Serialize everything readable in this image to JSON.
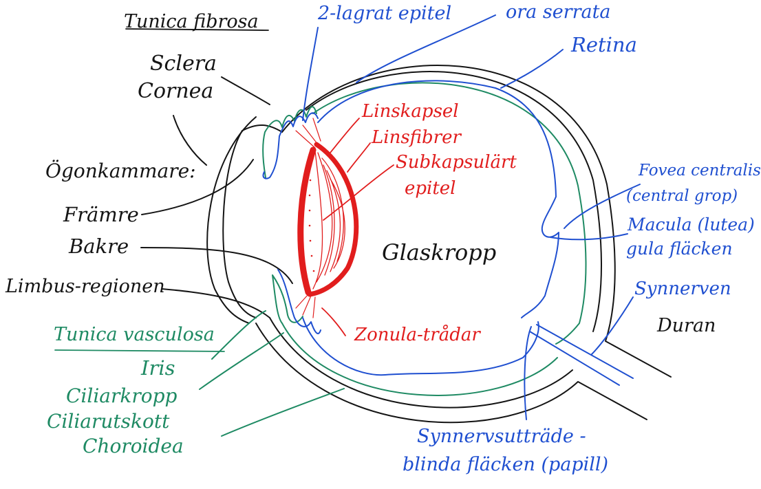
{
  "colors": {
    "black_ink": "#141414",
    "blue_ink": "#1f4fd0",
    "green_ink": "#1e8a63",
    "red_ink": "#e11d1d"
  },
  "labels": {
    "tunica_fibrosa": "Tunica fibrosa",
    "sclera": "Sclera",
    "cornea": "Cornea",
    "ogonkammare": "Ögonkammare:",
    "framre": "Främre",
    "bakre": "Bakre",
    "limbus": "Limbus-regionen",
    "tunica_vasculosa": "Tunica vasculosa",
    "iris": "Iris",
    "ciliarkropp": "Ciliarkropp",
    "ciliarutskott": "Ciliarutskott",
    "choroidea": "Choroidea",
    "tvalagrat_epitel": "2-lagrat epitel",
    "ora_serrata": "ora serrata",
    "retina": "Retina",
    "linskapsel": "Linskapsel",
    "linsfibrer": "Linsfibrer",
    "subkapsulart": "Subkapsulärt",
    "epitel": "epitel",
    "glaskropp": "Glaskropp",
    "fovea_centralis": "Fovea centralis",
    "central_grop": "(central grop)",
    "macula": "Macula (lutea)",
    "gula_flacken": "gula fläcken",
    "synnerven": "Synnerven",
    "duran": "Duran",
    "zonulatradar": "Zonula-trådar",
    "synnervsutrade": "Synnervsutträde -",
    "blinda_flacken": "blinda fläcken (papill)"
  }
}
